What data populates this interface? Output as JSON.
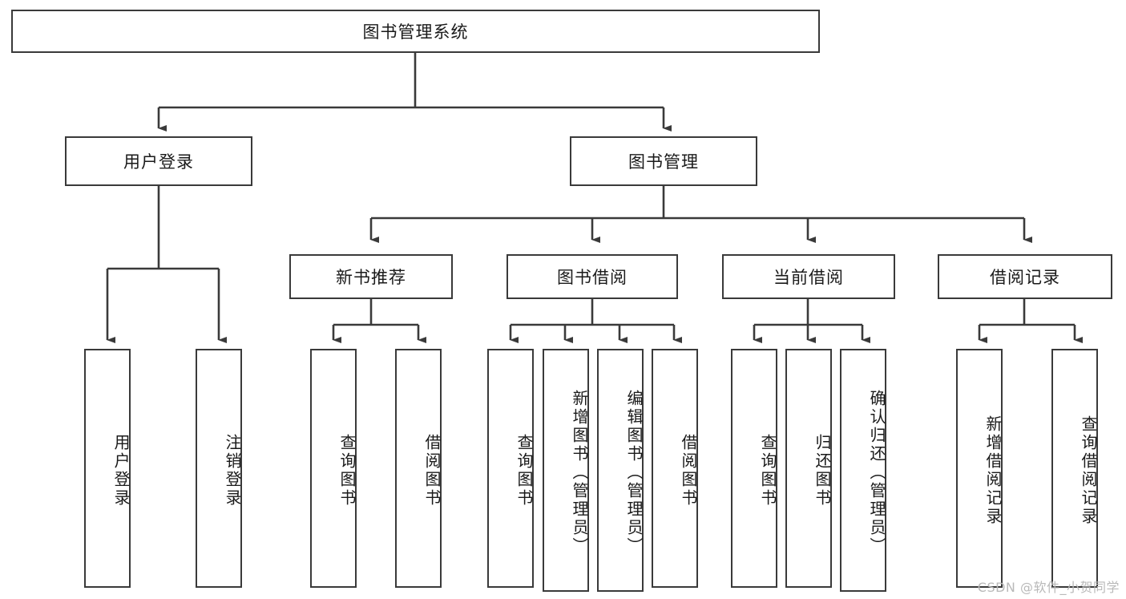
{
  "diagram": {
    "title": "图书管理系统",
    "type": "tree",
    "root": {
      "label": "图书管理系统"
    },
    "level2": [
      {
        "id": "user-login",
        "label": "用户登录"
      },
      {
        "id": "book-management",
        "label": "图书管理"
      }
    ],
    "level3": [
      {
        "id": "new-book-recommend",
        "label": "新书推荐"
      },
      {
        "id": "book-borrow",
        "label": "图书借阅"
      },
      {
        "id": "current-borrow",
        "label": "当前借阅"
      },
      {
        "id": "borrow-record",
        "label": "借阅记录"
      }
    ],
    "leaves": {
      "user_login": [
        {
          "id": "leaf-user-login",
          "label": "用户登录"
        },
        {
          "id": "leaf-logout-login",
          "label": "注销登录"
        }
      ],
      "new_book_recommend": [
        {
          "id": "leaf-query-book-1",
          "label": "查询图书"
        },
        {
          "id": "leaf-borrow-book-1",
          "label": "借阅图书"
        }
      ],
      "book_borrow": [
        {
          "id": "leaf-query-book-2",
          "label": "查询图书"
        },
        {
          "id": "leaf-add-book",
          "label": "新增图书（管理员）"
        },
        {
          "id": "leaf-edit-book",
          "label": "编辑图书（管理员）"
        },
        {
          "id": "leaf-borrow-book-2",
          "label": "借阅图书"
        }
      ],
      "current_borrow": [
        {
          "id": "leaf-query-book-3",
          "label": "查询图书"
        },
        {
          "id": "leaf-return-book",
          "label": "归还图书"
        },
        {
          "id": "leaf-confirm-return",
          "label": "确认归还（管理员）"
        }
      ],
      "borrow_record": [
        {
          "id": "leaf-add-record",
          "label": "新增借阅记录"
        },
        {
          "id": "leaf-query-record",
          "label": "查询借阅记录"
        }
      ]
    }
  },
  "watermark": {
    "text": "CSDN @软件_小贺同学"
  },
  "colors": {
    "stroke": "#3a3a3a",
    "background": "#ffffff",
    "text": "#1a1a1a",
    "watermark": "#b9b9b9"
  }
}
